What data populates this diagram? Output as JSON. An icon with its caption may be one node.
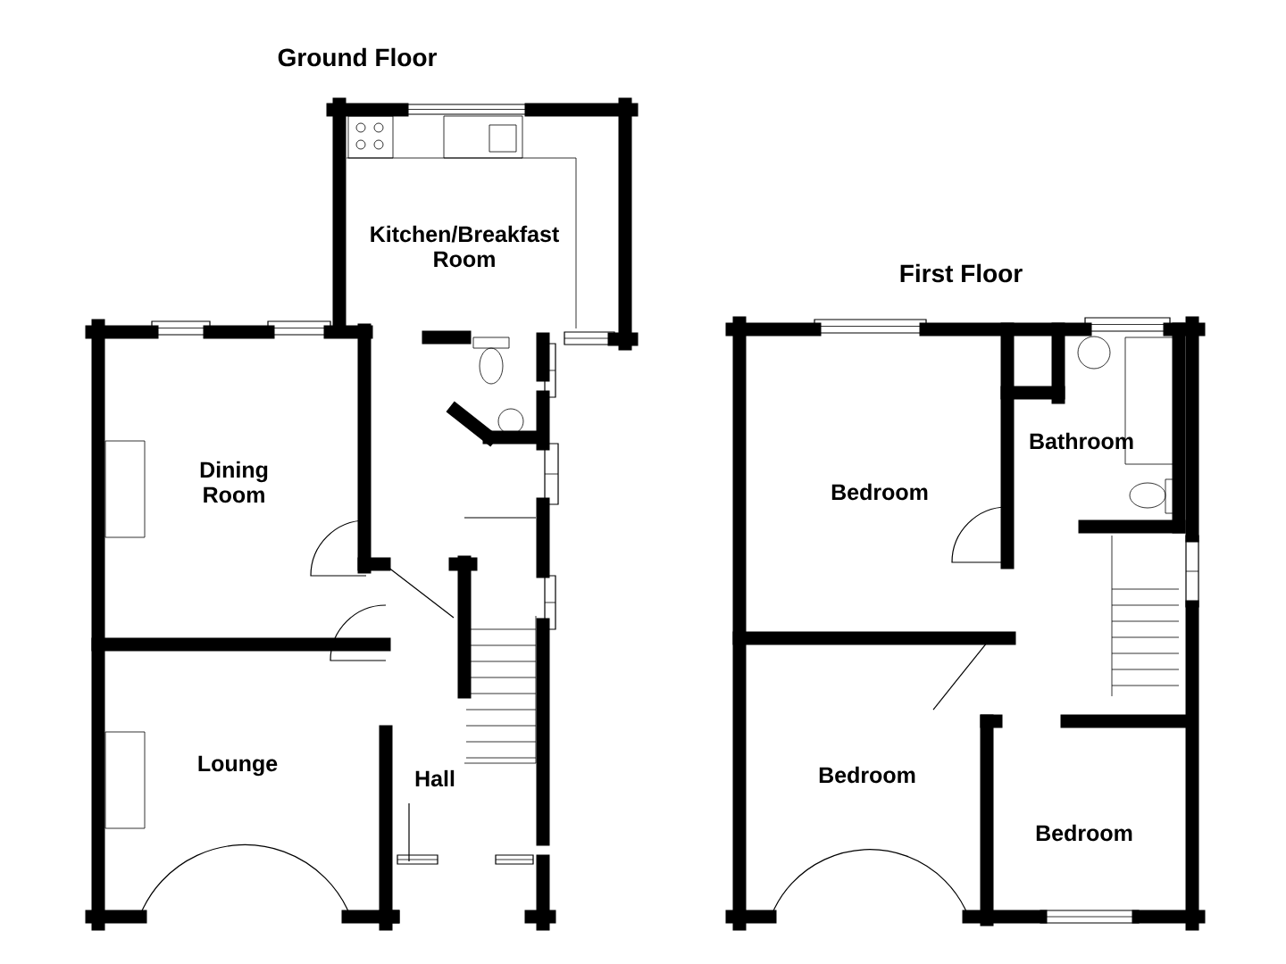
{
  "diagram": {
    "nodes": [
      {
        "text": [
          "Kitchen/Breakfast Room"
        ]
      },
      {
        "text": [
          "Dining Room"
        ]
      },
      {
        "text": [
          "Lounge"
        ]
      },
      {
        "text": [
          "Hall"
        ]
      },
      {
        "text": [
          "Bedroom"
        ]
      },
      {
        "text": [
          "Bathroom"
        ]
      },
      {
        "text": [
          "Bedroom"
        ]
      },
      {
        "text": [
          "Bedroom"
        ]
      }
    ],
    "labels": [
      "Ground Floor",
      "First Floor"
    ]
  }
}
